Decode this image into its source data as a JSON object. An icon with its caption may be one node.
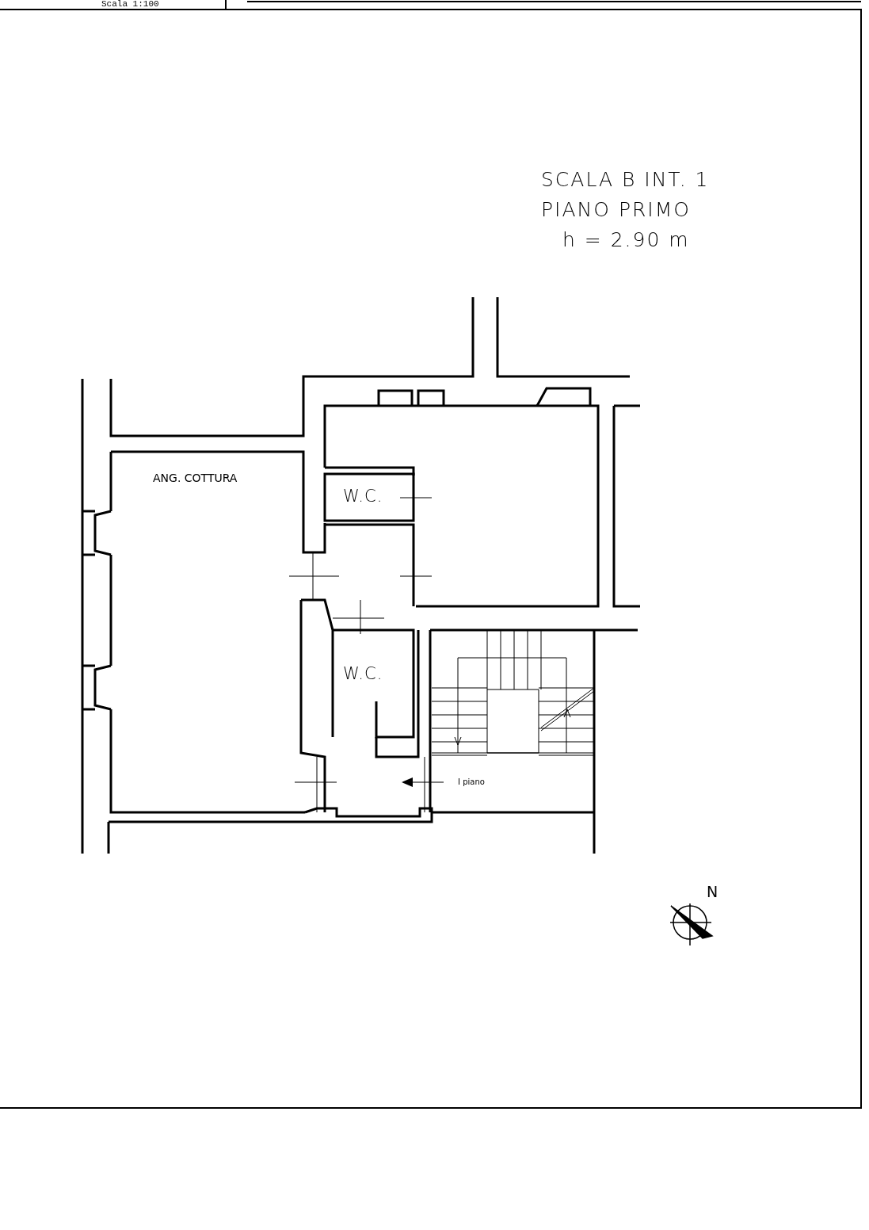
{
  "diagram": {
    "labels": [
      "Scala 1:100",
      "SCALA B INT. 1",
      "PIANO PRIMO",
      "h = 2.90 m",
      "ANG. COTTURA",
      "W.C.",
      "W.C.",
      "I piano",
      "N"
    ]
  }
}
